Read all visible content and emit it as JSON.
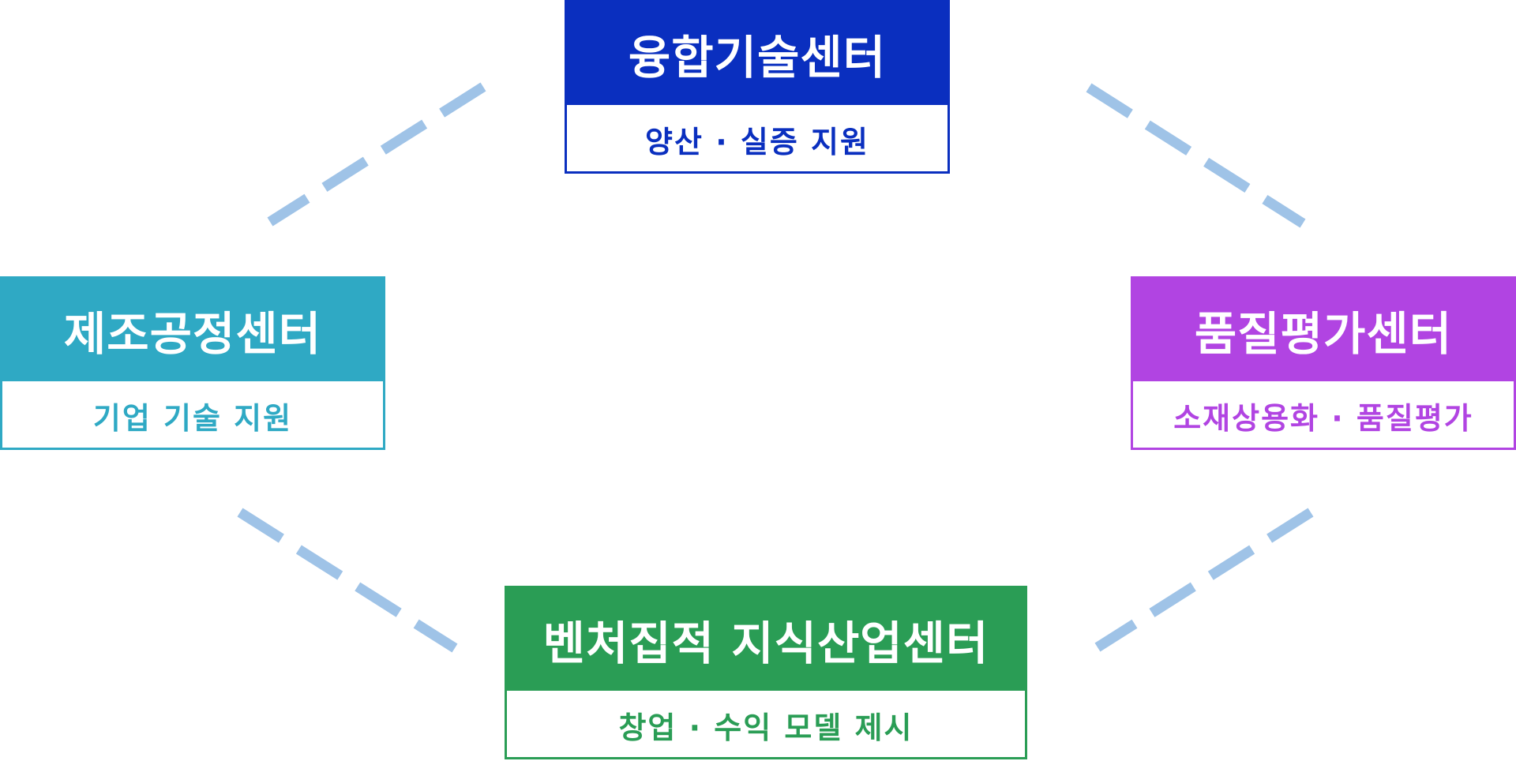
{
  "diagram": {
    "connector_color": "#9fc3e7",
    "nodes": [
      {
        "id": "top",
        "title": "융합기술센터",
        "subtitle": "양산 · 실증 지원",
        "color": "#0a2fbf"
      },
      {
        "id": "left",
        "title": "제조공정센터",
        "subtitle": "기업 기술 지원",
        "color": "#2fa9c4"
      },
      {
        "id": "right",
        "title": "품질평가센터",
        "subtitle": "소재상용화 · 품질평가",
        "color": "#b144e2"
      },
      {
        "id": "bottom",
        "title": "벤처집적 지식산업센터",
        "subtitle": "창업 · 수익 모델 제시",
        "color": "#2a9d55"
      }
    ],
    "connectors": [
      {
        "from": "top",
        "to": "left",
        "style": "dashed"
      },
      {
        "from": "top",
        "to": "right",
        "style": "dashed"
      },
      {
        "from": "left",
        "to": "bottom",
        "style": "dashed"
      },
      {
        "from": "right",
        "to": "bottom",
        "style": "dashed"
      }
    ]
  }
}
